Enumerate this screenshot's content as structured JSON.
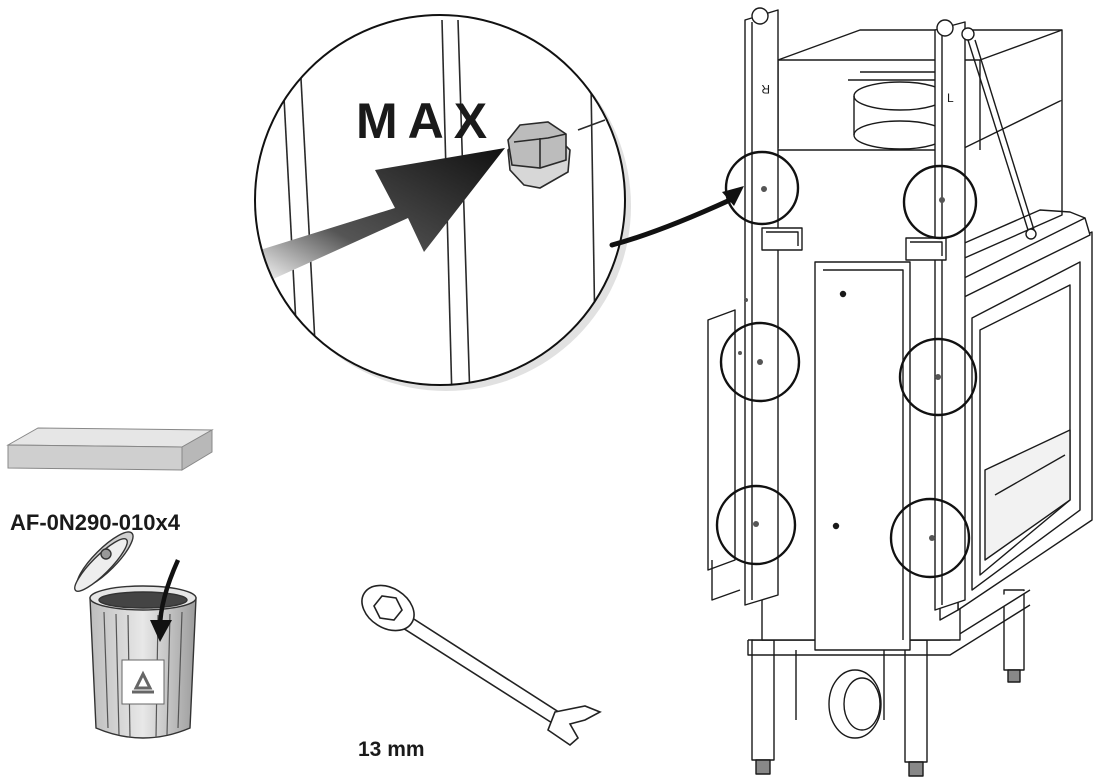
{
  "callout": {
    "label": "MAX"
  },
  "part": {
    "code": "AF-0N290-010x4"
  },
  "tool": {
    "size_label": "13 mm"
  },
  "colors": {
    "line": "#1a1a1a",
    "panel": "#d9d9d9",
    "shadow": "#bfbfbf",
    "bolt": "#9a9a9a",
    "arrow": "#111111"
  }
}
